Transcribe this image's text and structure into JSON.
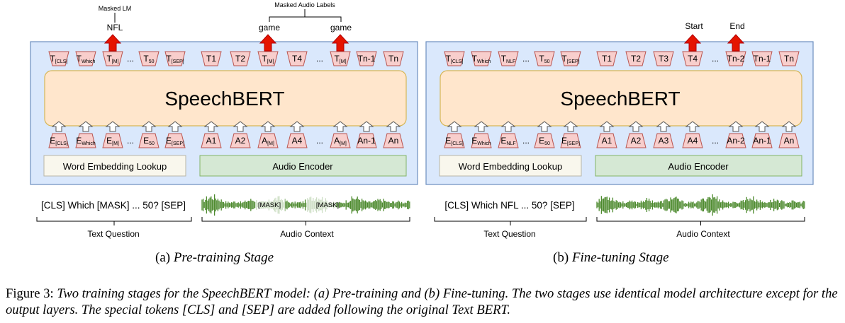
{
  "colors": {
    "panel_fill": "#dae8fc",
    "panel_stroke": "#6c8ebf",
    "bert_fill": "#ffe6cc",
    "bert_stroke": "#d6b656",
    "token_fill": "#f8cecc",
    "token_stroke": "#b85450",
    "audio_enc_fill": "#d5e8d4",
    "audio_enc_stroke": "#82b366",
    "word_emb_fill": "#f9f7ed",
    "output_arrow": "#e51400",
    "wave": "#4d8a2e"
  },
  "left": {
    "model_label": "SpeechBERT",
    "word_embedding_label": "Word Embedding Lookup",
    "audio_encoder_label": "Audio Encoder",
    "text_outputs": [
      {
        "main": "T",
        "sub": "[CLS]"
      },
      {
        "main": "T",
        "sub": "Which"
      },
      {
        "main": "T",
        "sub": "[M]"
      },
      {
        "main": "...",
        "sub": ""
      },
      {
        "main": "T",
        "sub": "50"
      },
      {
        "main": "T",
        "sub": "[SEP]"
      }
    ],
    "audio_outputs": [
      {
        "main": "T1",
        "sub": ""
      },
      {
        "main": "T2",
        "sub": ""
      },
      {
        "main": "T",
        "sub": "[M]"
      },
      {
        "main": "T4",
        "sub": ""
      },
      {
        "main": "...",
        "sub": ""
      },
      {
        "main": "T",
        "sub": "[M]"
      },
      {
        "main": "Tn-1",
        "sub": ""
      },
      {
        "main": "Tn",
        "sub": ""
      }
    ],
    "text_inputs": [
      {
        "main": "E",
        "sub": "[CLS]"
      },
      {
        "main": "E",
        "sub": "Which"
      },
      {
        "main": "E",
        "sub": "[M]"
      },
      {
        "main": "...",
        "sub": ""
      },
      {
        "main": "E",
        "sub": "50"
      },
      {
        "main": "E",
        "sub": "[SEP]"
      }
    ],
    "audio_inputs": [
      {
        "main": "A1",
        "sub": ""
      },
      {
        "main": "A2",
        "sub": ""
      },
      {
        "main": "A",
        "sub": "[M]"
      },
      {
        "main": "A4",
        "sub": ""
      },
      {
        "main": "...",
        "sub": ""
      },
      {
        "main": "A",
        "sub": "[M]"
      },
      {
        "main": "An-1",
        "sub": ""
      },
      {
        "main": "An",
        "sub": ""
      }
    ],
    "masked_lm_label": "Masked LM",
    "masked_lm_output": "NFL",
    "masked_audio_label": "Masked Audio Labels",
    "masked_audio_outputs": [
      "game",
      "game"
    ],
    "question_text": "[CLS] Which [MASK] ... 50? [SEP]",
    "mask_tags": [
      "[MASK]",
      "[MASK]"
    ],
    "text_question_label": "Text Question",
    "audio_context_label": "Audio Context",
    "caption_prefix": "(a) ",
    "caption_italic": "Pre-training Stage"
  },
  "right": {
    "model_label": "SpeechBERT",
    "word_embedding_label": "Word Embedding Lookup",
    "audio_encoder_label": "Audio Encoder",
    "text_outputs": [
      {
        "main": "T",
        "sub": "[CLS]"
      },
      {
        "main": "T",
        "sub": "Which"
      },
      {
        "main": "T",
        "sub": "NLF"
      },
      {
        "main": "...",
        "sub": ""
      },
      {
        "main": "T",
        "sub": "50"
      },
      {
        "main": "T",
        "sub": "[SEP]"
      }
    ],
    "audio_outputs": [
      {
        "main": "T1",
        "sub": ""
      },
      {
        "main": "T2",
        "sub": ""
      },
      {
        "main": "T3",
        "sub": ""
      },
      {
        "main": "T4",
        "sub": ""
      },
      {
        "main": "...",
        "sub": ""
      },
      {
        "main": "Tn-2",
        "sub": ""
      },
      {
        "main": "Tn-1",
        "sub": ""
      },
      {
        "main": "Tn",
        "sub": ""
      }
    ],
    "text_inputs": [
      {
        "main": "E",
        "sub": "[CLS]"
      },
      {
        "main": "E",
        "sub": "Which"
      },
      {
        "main": "E",
        "sub": "NLF"
      },
      {
        "main": "...",
        "sub": ""
      },
      {
        "main": "E",
        "sub": "50"
      },
      {
        "main": "E",
        "sub": "[SEP]"
      }
    ],
    "audio_inputs": [
      {
        "main": "A1",
        "sub": ""
      },
      {
        "main": "A2",
        "sub": ""
      },
      {
        "main": "A3",
        "sub": ""
      },
      {
        "main": "A4",
        "sub": ""
      },
      {
        "main": "...",
        "sub": ""
      },
      {
        "main": "An-2",
        "sub": ""
      },
      {
        "main": "An-1",
        "sub": ""
      },
      {
        "main": "An",
        "sub": ""
      }
    ],
    "start_label": "Start",
    "end_label": "End",
    "question_text": "[CLS] Which NFL ... 50? [SEP]",
    "text_question_label": "Text Question",
    "audio_context_label": "Audio Context",
    "caption_prefix": "(b) ",
    "caption_italic": "Fine-tuning Stage"
  },
  "figure_caption": {
    "label": "Figure 3:",
    "text": "Two training stages for the SpeechBERT model: (a) Pre-training and (b) Fine-tuning. The two stages use identical model architecture except for the output layers. The special tokens [CLS] and [SEP] are added following the original Text BERT."
  }
}
